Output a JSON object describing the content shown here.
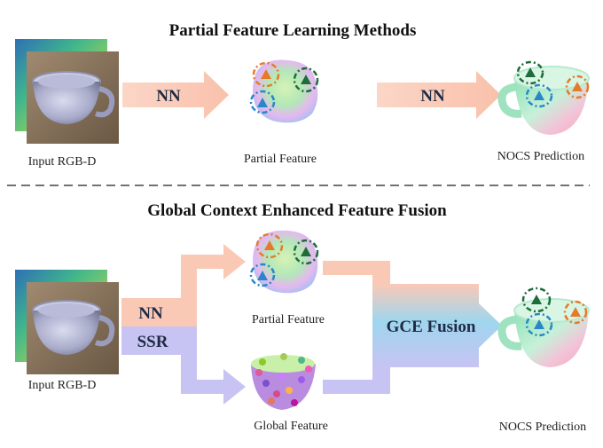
{
  "top": {
    "title": "Partial Feature Learning Methods",
    "input_caption": "Input RGB-D",
    "arrow1_label": "NN",
    "partial_caption": "Partial Feature",
    "arrow2_label": "NN",
    "output_caption": "NOCS Prediction"
  },
  "bottom": {
    "title": "Global Context Enhanced Feature Fusion",
    "input_caption": "Input RGB-D",
    "nn_label": "NN",
    "ssr_label": "SSR",
    "partial_caption": "Partial Feature",
    "global_caption": "Global Feature",
    "fusion_label": "GCE Fusion",
    "output_caption": "NOCS Prediction"
  },
  "colors": {
    "nn_branch": "#fac9b6",
    "ssr_branch": "#c7c3f2",
    "depth_map": "#3fb58c",
    "annotation_dark": "#1f6b3a",
    "annotation_orange": "#e57a2b",
    "annotation_blue": "#2a86c9"
  }
}
